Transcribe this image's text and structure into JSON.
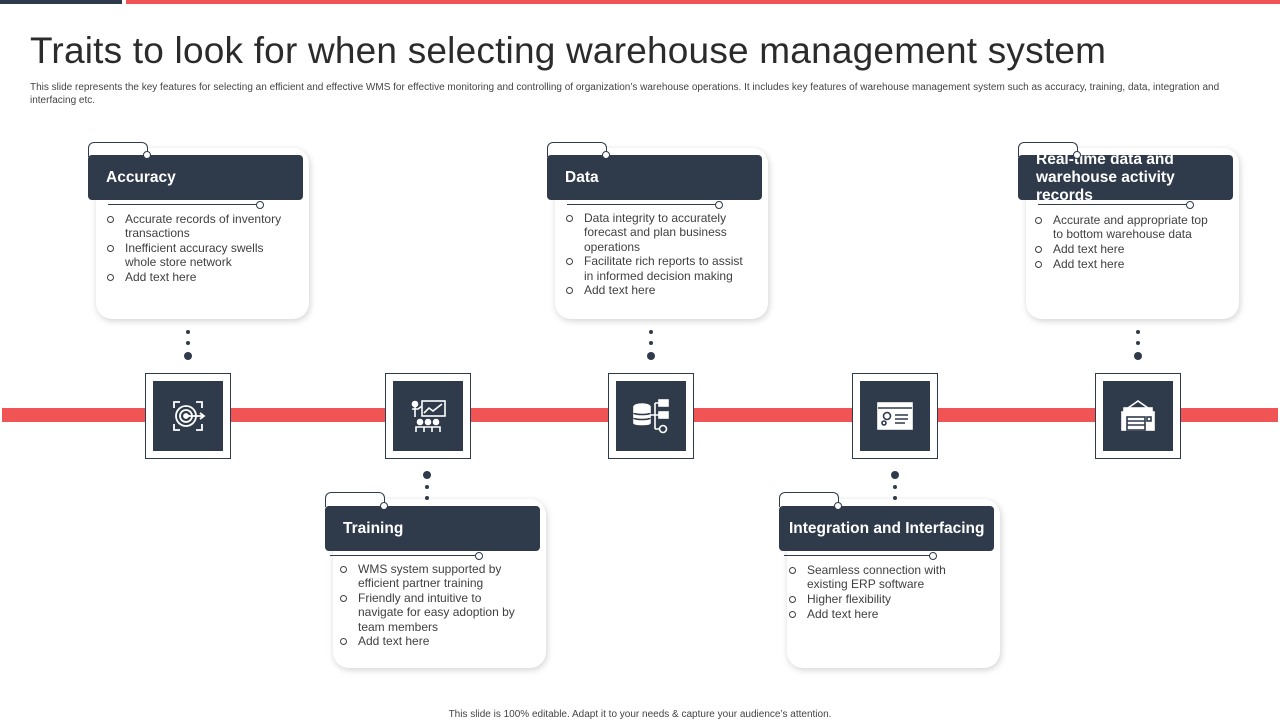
{
  "slide": {
    "title": "Traits to look for when selecting warehouse management system",
    "description": "This slide represents the key features for selecting an efficient and effective WMS for effective monitoring and controlling of organization’s warehouse operations. It includes key features of warehouse management system such as accuracy, training, data, integration and interfacing etc.",
    "footer": "This slide is 100% editable. Adapt it to your needs & capture your audience’s attention."
  },
  "colors": {
    "accent": "#f05454",
    "dark": "#2f3a4a"
  },
  "icons": [
    "target-icon",
    "presentation-icon",
    "database-network-icon",
    "browser-settings-icon",
    "warehouse-icon"
  ],
  "cards": [
    {
      "title": "Accuracy",
      "items": [
        "Accurate records of inventory transactions",
        "Inefficient accuracy swells whole store network",
        "Add text here"
      ]
    },
    {
      "title": "Training",
      "items": [
        "WMS  system supported by efficient partner training",
        "Friendly and intuitive to navigate for easy adoption by team members",
        "Add text here"
      ]
    },
    {
      "title": "Data",
      "items": [
        "Data integrity to accurately forecast and plan business operations",
        "Facilitate rich reports to assist in informed decision making",
        "Add text here"
      ]
    },
    {
      "title": "Integration and Interfacing",
      "items": [
        "Seamless connection with existing ERP software",
        "Higher flexibility",
        "Add text here"
      ]
    },
    {
      "title": "Real-time data and warehouse activity records",
      "items": [
        "Accurate and appropriate top to bottom warehouse data",
        "Add text here",
        "Add text here"
      ]
    }
  ]
}
